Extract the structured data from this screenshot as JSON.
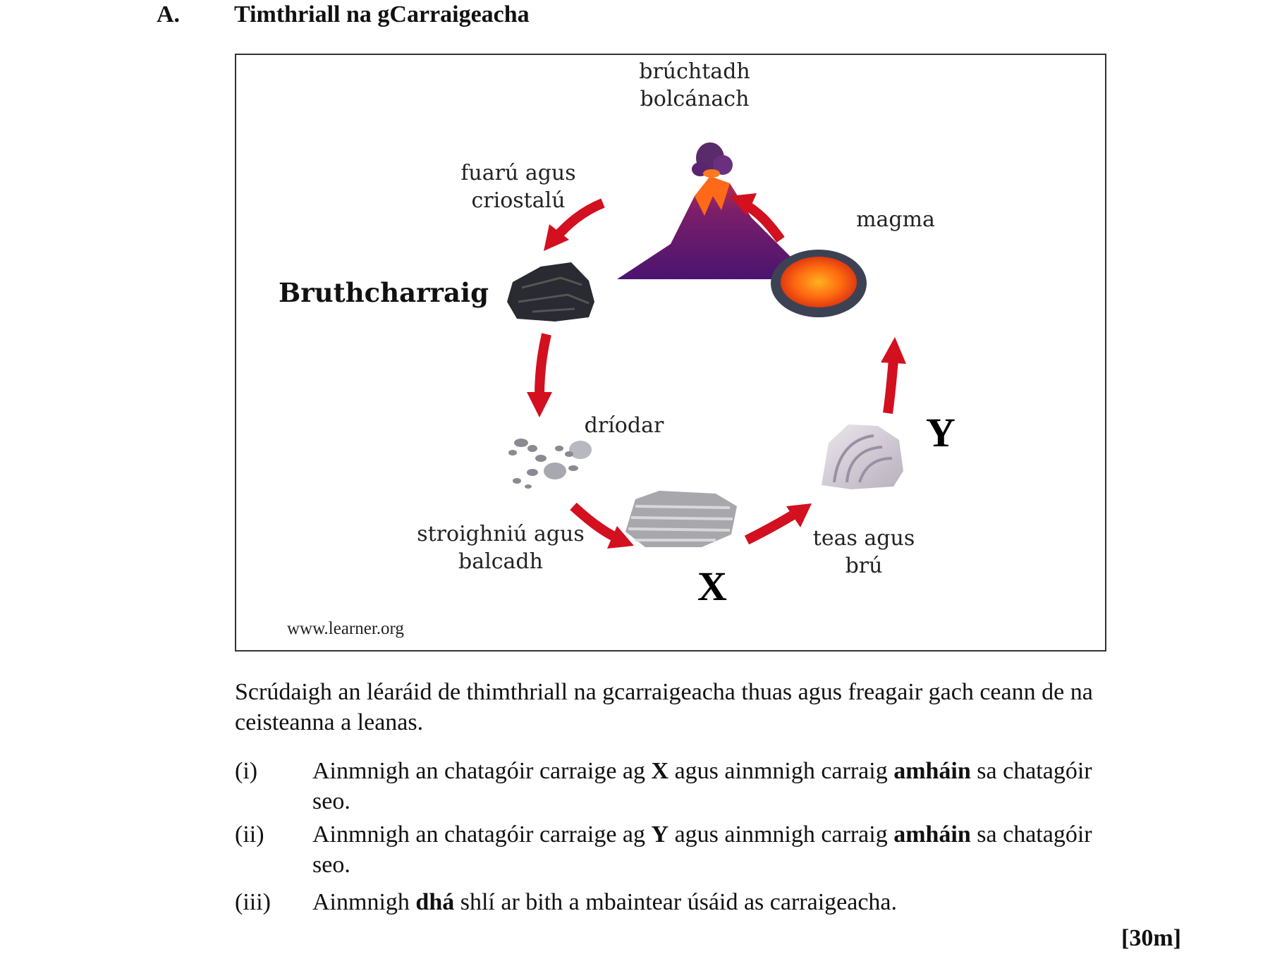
{
  "section": {
    "number": "A.",
    "title": "Timthriall na gCarraigeacha"
  },
  "diagram": {
    "labels": {
      "eruption_line1": "brúchtadh",
      "eruption_line2": "bolcánach",
      "cooling_line1": "fuarú agus",
      "cooling_line2": "criostalú",
      "magma": "magma",
      "igneous": "Bruthcharraig",
      "sediment": "dríodar",
      "compaction_line1": "stroighniú agus",
      "compaction_line2": "balcadh",
      "heat_line1": "teas agus",
      "heat_line2": "brú",
      "x": "X",
      "y": "Y"
    },
    "source": "www.learner.org",
    "colors": {
      "arrow": "#d2101f",
      "volcano": "#5a1a6e",
      "lava": "#ff5a10"
    }
  },
  "intro": "Scrúdaigh an léaráid de thimthriall na gcarraigeacha thuas agus freagair gach ceann de na ceisteanna a leanas.",
  "questions": [
    {
      "num": "(i)",
      "pre": "Ainmnigh an chatagóir carraige ag ",
      "b1": "X",
      "mid": " agus ainmnigh carraig ",
      "b2": "amháin",
      "post": " sa chatagóir seo."
    },
    {
      "num": "(ii)",
      "pre": "Ainmnigh an chatagóir carraige ag ",
      "b1": "Y",
      "mid": " agus ainmnigh carraig ",
      "b2": "amháin",
      "post": " sa chatagóir seo."
    },
    {
      "num": "(iii)",
      "pre": "Ainmnigh ",
      "b1": "dhá",
      "mid": " shlí ar bith a mbaintear úsáid as carraigeacha.",
      "b2": "",
      "post": ""
    }
  ],
  "marks": "[30m]"
}
